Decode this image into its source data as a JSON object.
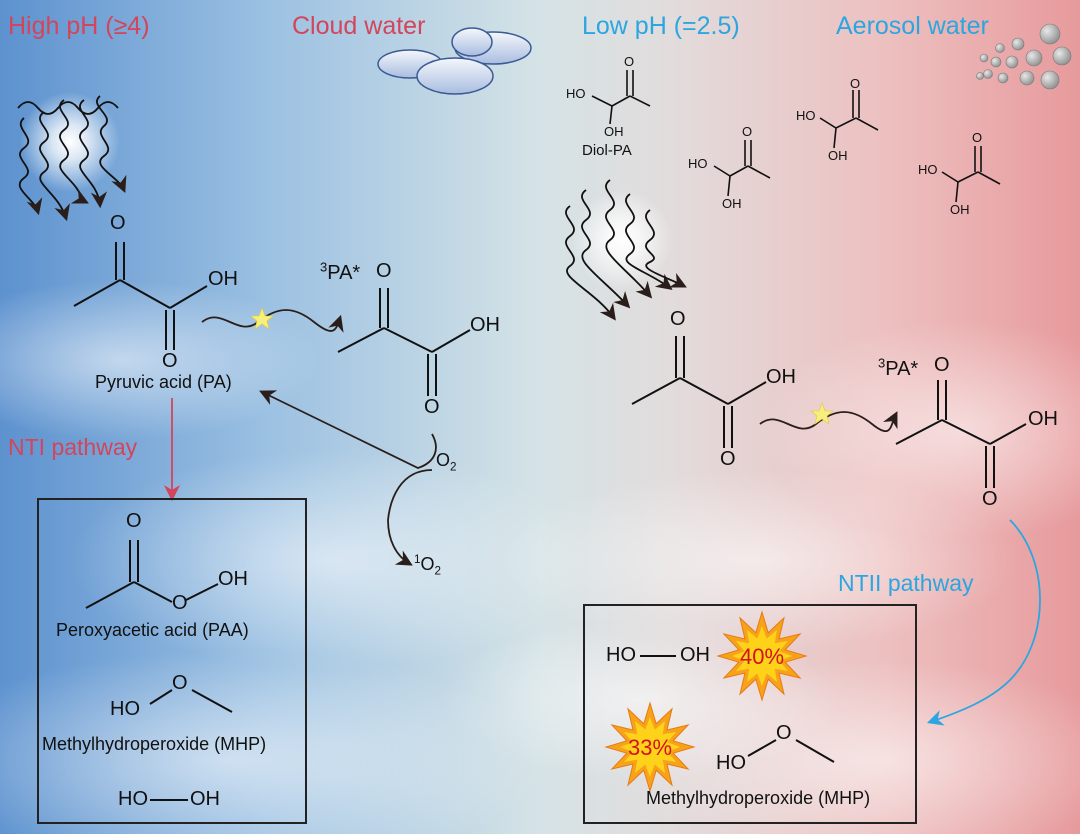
{
  "colors": {
    "left_accent": "#d2455b",
    "right_accent": "#2ba6e0",
    "bond": "#111111",
    "arrow": "#2a1e1a",
    "burst_outer": "#f7a21b",
    "burst_inner": "#ffd21a",
    "burst_text": "#d3121b"
  },
  "headers": {
    "left_ph": "High pH (≥4)",
    "left_phase": "Cloud water",
    "right_ph": "Low pH (=2.5)",
    "right_phase": "Aerosol water"
  },
  "left": {
    "pa_label": "Pyruvic acid (PA)",
    "oh": "OH",
    "o": "O",
    "triplet_sup": "3",
    "triplet_text": "PA*",
    "o2_text": "O",
    "o2_sub": "2",
    "singlet_sup": "1",
    "singlet_text": "O",
    "singlet_sub": "2",
    "pathway_label": "NTI pathway",
    "products": {
      "paa_label": "Peroxyacetic acid (PAA)",
      "mhp_label": "Methylhydroperoxide (MHP)",
      "ho": "HO",
      "oh": "OH",
      "o": "O"
    }
  },
  "right": {
    "diol_label": "Diol-PA",
    "ho": "HO",
    "oh": "OH",
    "o": "O",
    "triplet_sup": "3",
    "triplet_text": "PA*",
    "pathway_label": "NTII pathway",
    "products": {
      "h2o2_yield": "40%",
      "mhp_yield": "33%",
      "mhp_label": "Methylhydroperoxide (MHP)",
      "ho": "HO",
      "oh": "OH",
      "o": "O"
    }
  }
}
